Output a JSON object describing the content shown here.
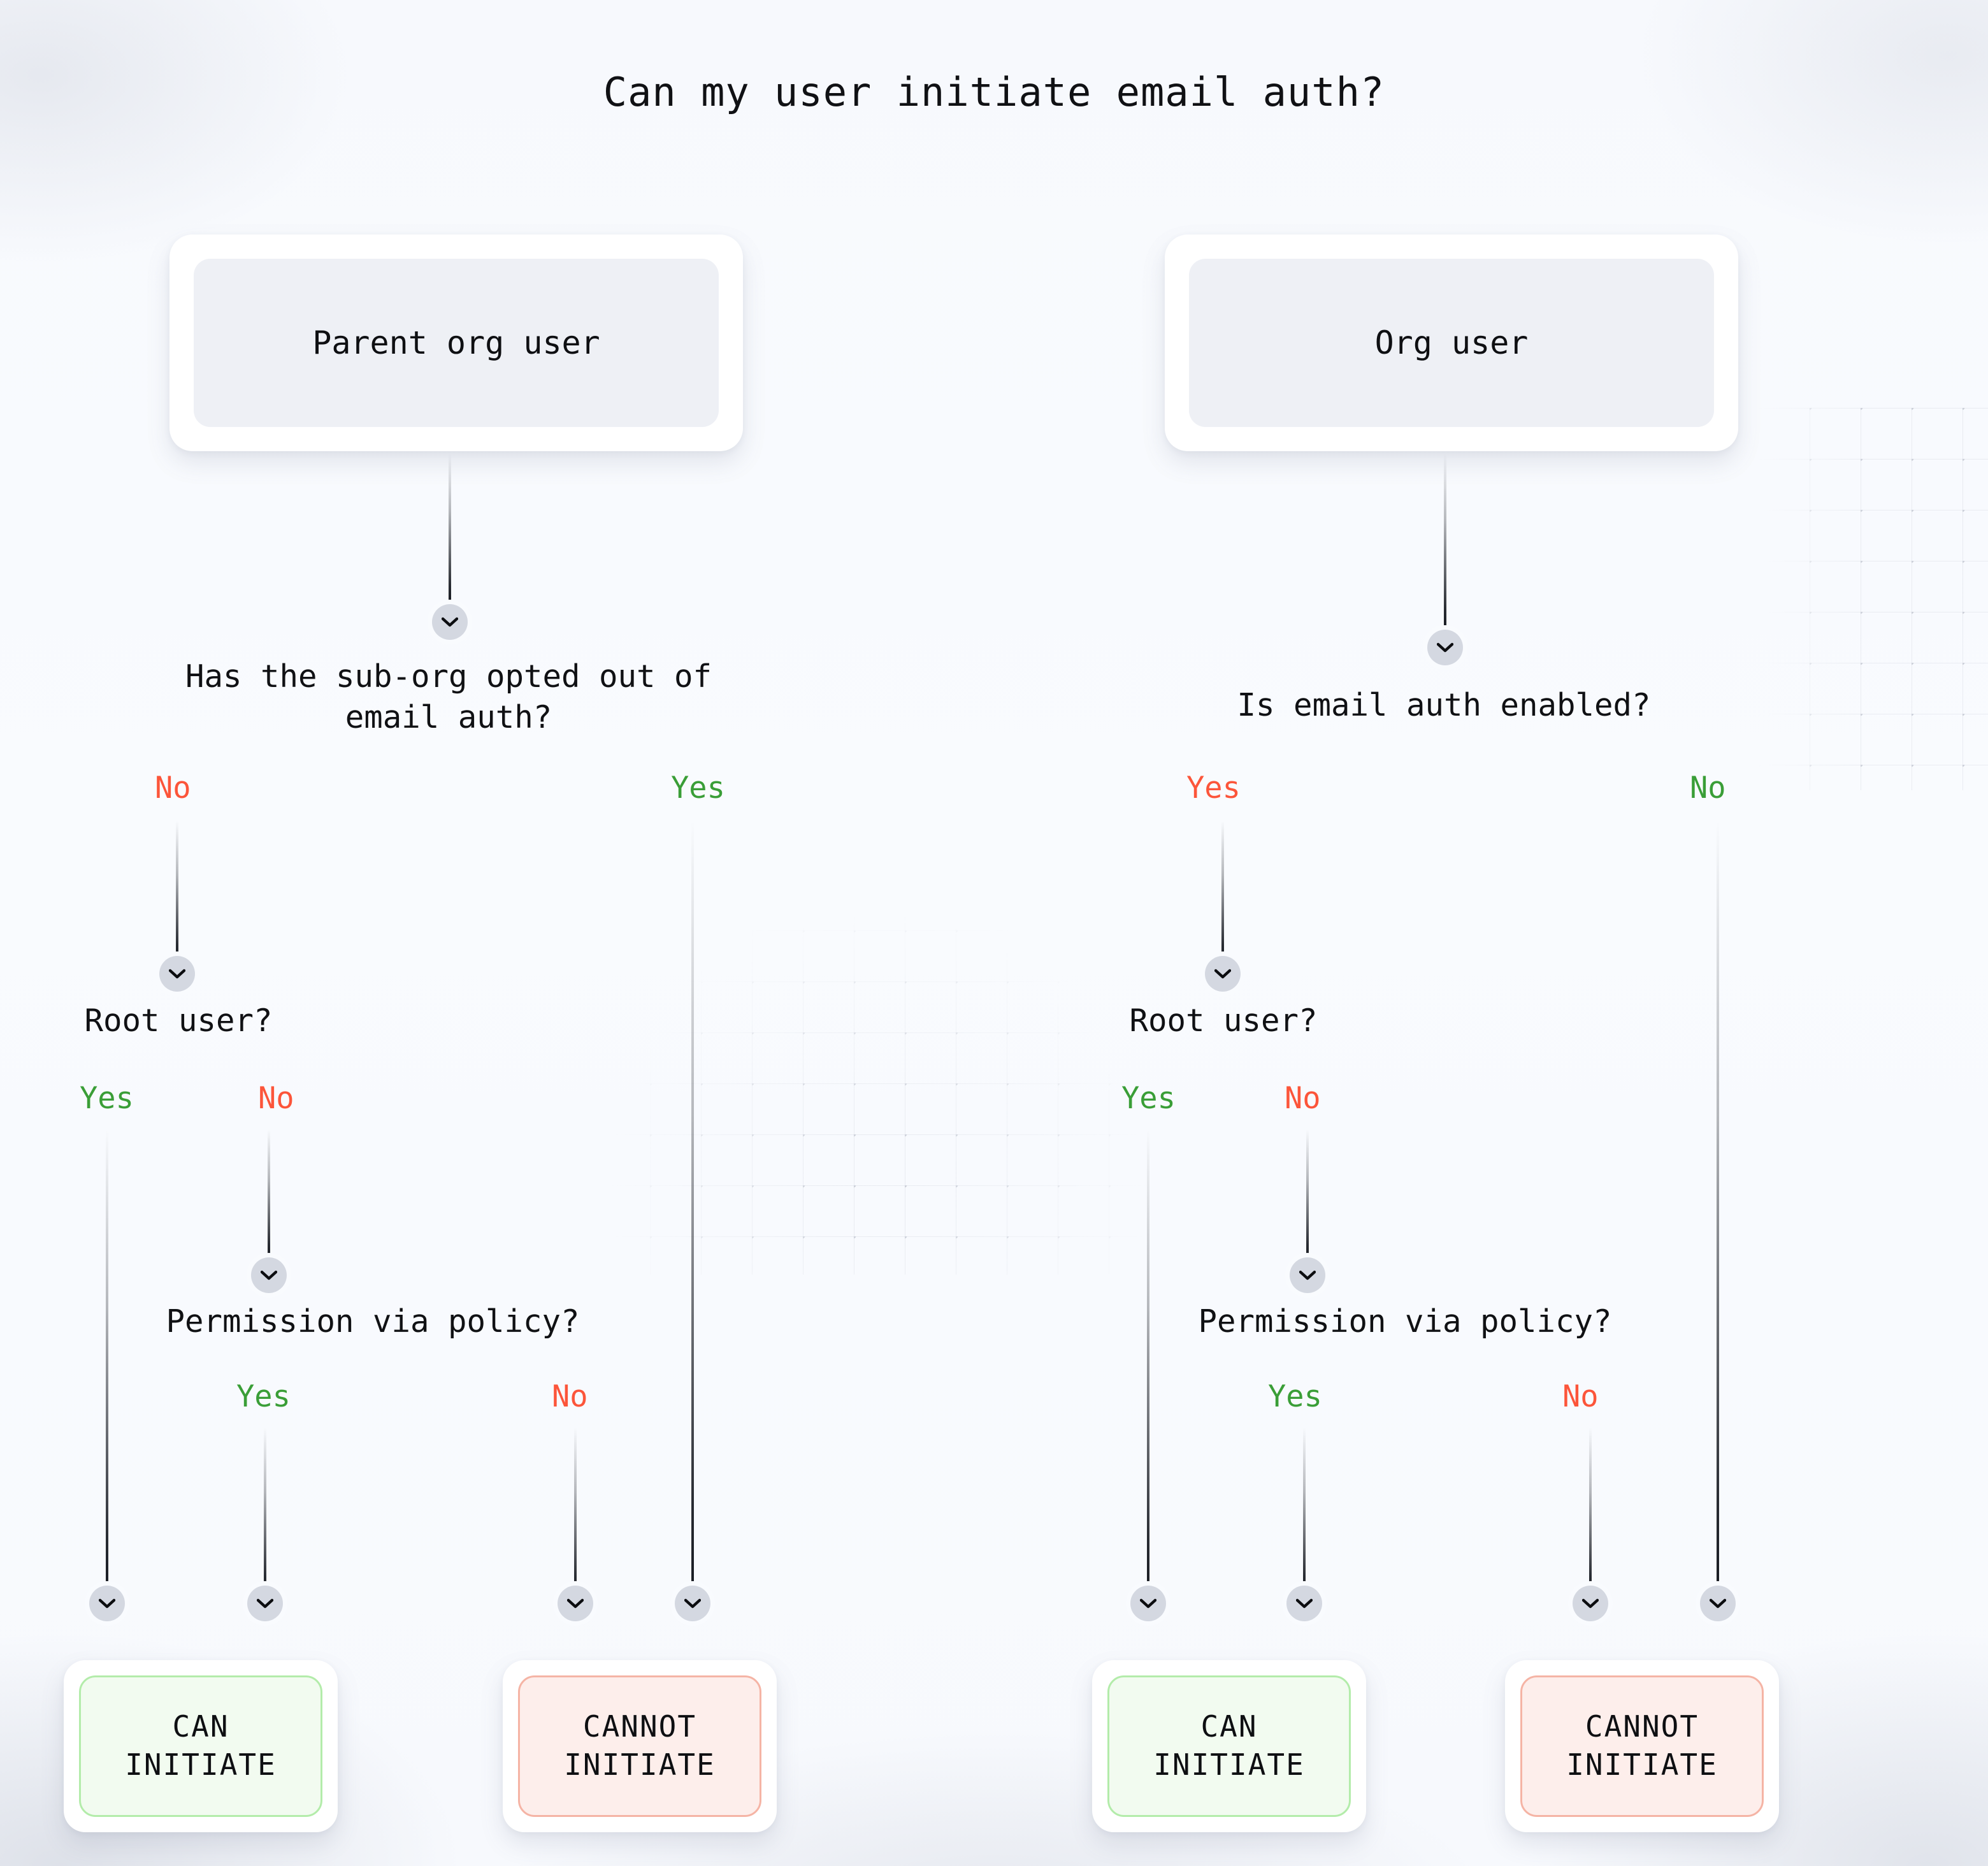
{
  "title": "Can my user initiate email auth?",
  "palette": {
    "background": "#f8fafc",
    "card_surface": "#ffffff",
    "neutral_fill": "#eef0f5",
    "positive_fill": "#f2fbf0",
    "positive_border": "#b3ecaa",
    "negative_fill": "#fdeeeb",
    "negative_border": "#f5b4a5",
    "yes_green": "#3a9e37",
    "no_red": "#fc553a",
    "connector": "#171a21",
    "chevron_circle": "#d4d8e1",
    "text": "#101114"
  },
  "icons": {
    "chevron": "chevron-down-icon"
  },
  "branches": [
    {
      "id": "parent-org",
      "root_label": "Parent org user",
      "questions": [
        {
          "id": "sub-org-opt-out",
          "text": "Has the sub-org opted out of\nemail auth?",
          "answers": [
            {
              "label": "No",
              "tone": "no-bad"
            },
            {
              "label": "Yes",
              "tone": "yes-good"
            }
          ]
        },
        {
          "id": "root-user",
          "text": "Root user?",
          "answers": [
            {
              "label": "Yes",
              "tone": "yes-good"
            },
            {
              "label": "No",
              "tone": "no-bad"
            }
          ]
        },
        {
          "id": "permission-via-policy",
          "text": "Permission via policy?",
          "answers": [
            {
              "label": "Yes",
              "tone": "yes-good"
            },
            {
              "label": "No",
              "tone": "no-bad"
            }
          ]
        }
      ],
      "outcomes": [
        {
          "id": "can-initiate",
          "line1": "CAN",
          "line2": "INITIATE",
          "tone": "pos"
        },
        {
          "id": "cannot-initiate",
          "line1": "CANNOT",
          "line2": "INITIATE",
          "tone": "neg"
        }
      ]
    },
    {
      "id": "org",
      "root_label": "Org user",
      "questions": [
        {
          "id": "email-auth-enabled",
          "text": "Is email auth enabled?",
          "answers": [
            {
              "label": "Yes",
              "tone": "no-bad"
            },
            {
              "label": "No",
              "tone": "yes-good"
            }
          ]
        },
        {
          "id": "root-user",
          "text": "Root user?",
          "answers": [
            {
              "label": "Yes",
              "tone": "yes-good"
            },
            {
              "label": "No",
              "tone": "no-bad"
            }
          ]
        },
        {
          "id": "permission-via-policy",
          "text": "Permission via policy?",
          "answers": [
            {
              "label": "Yes",
              "tone": "yes-good"
            },
            {
              "label": "No",
              "tone": "no-bad"
            }
          ]
        }
      ],
      "outcomes": [
        {
          "id": "can-initiate",
          "line1": "CAN",
          "line2": "INITIATE",
          "tone": "pos"
        },
        {
          "id": "cannot-initiate",
          "line1": "CANNOT",
          "line2": "INITIATE",
          "tone": "neg"
        }
      ]
    }
  ]
}
